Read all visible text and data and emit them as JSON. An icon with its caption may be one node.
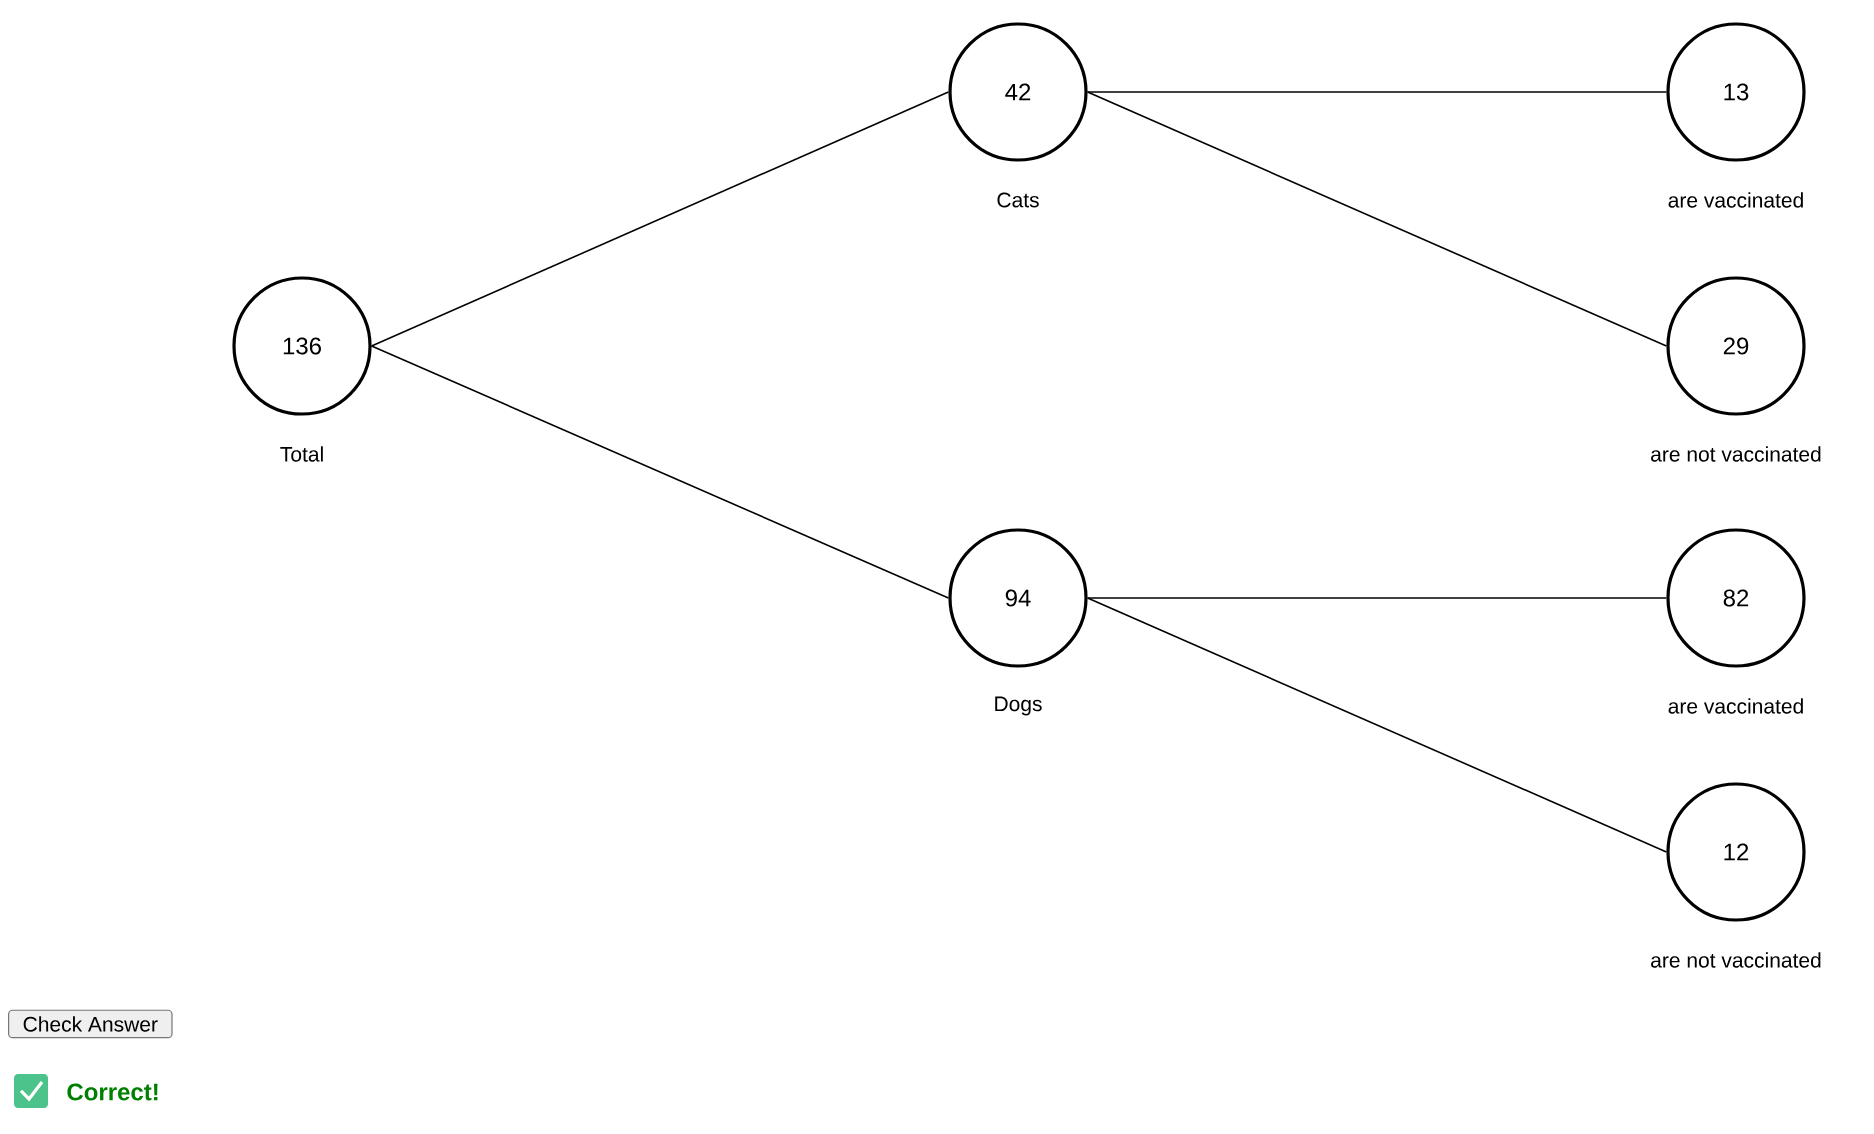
{
  "diagram": {
    "nodes": [
      {
        "text": [
          "136"
        ],
        "beside": [
          "Total"
        ]
      },
      {
        "text": [
          "42"
        ],
        "beside": [
          "Cats"
        ]
      },
      {
        "text": [
          "94"
        ],
        "beside": [
          "Dogs"
        ]
      },
      {
        "text": [
          "13"
        ],
        "beside": [
          "are vaccinated"
        ]
      },
      {
        "text": [
          "29"
        ],
        "beside": [
          "are not vaccinated"
        ]
      },
      {
        "text": [
          "82"
        ],
        "beside": [
          "are vaccinated"
        ]
      },
      {
        "text": [
          "12"
        ],
        "beside": [
          "are not vaccinated"
        ]
      }
    ],
    "edges": [
      {
        "from": 0,
        "to": 1,
        "arrow": "none"
      },
      {
        "from": 0,
        "to": 2,
        "arrow": "none"
      },
      {
        "from": 1,
        "to": 3,
        "arrow": "none"
      },
      {
        "from": 1,
        "to": 4,
        "arrow": "none"
      },
      {
        "from": 2,
        "to": 5,
        "arrow": "none"
      },
      {
        "from": 2,
        "to": 6,
        "arrow": "none"
      }
    ],
    "labels": [
      "Check Answer",
      "Correct!"
    ]
  }
}
